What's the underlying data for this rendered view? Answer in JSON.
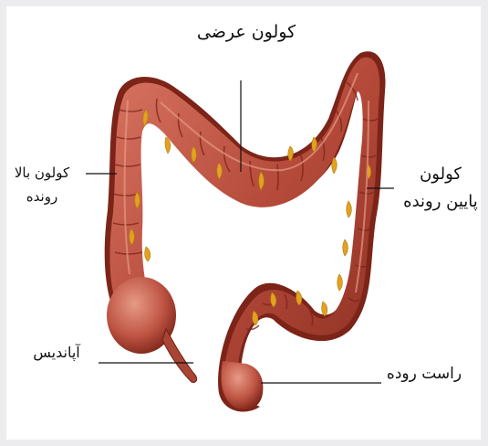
{
  "labels": {
    "transverse_colon": "کولون عرضی",
    "ascending_colon_line1": "کولون بالا",
    "ascending_colon_line2": "رونده",
    "descending_colon_line1": "کولون",
    "descending_colon_line2": "پایین رونده",
    "appendix": "آپاندیس",
    "rectum": "راست روده"
  },
  "colors": {
    "background_frame": "#ececee",
    "canvas": "#ffffff",
    "tissue_base": "#b54a3a",
    "tissue_light": "#d97562",
    "tissue_shadow": "#7c2418",
    "fat_deposits": "#e0a21f",
    "leader_lines": "#111111"
  }
}
